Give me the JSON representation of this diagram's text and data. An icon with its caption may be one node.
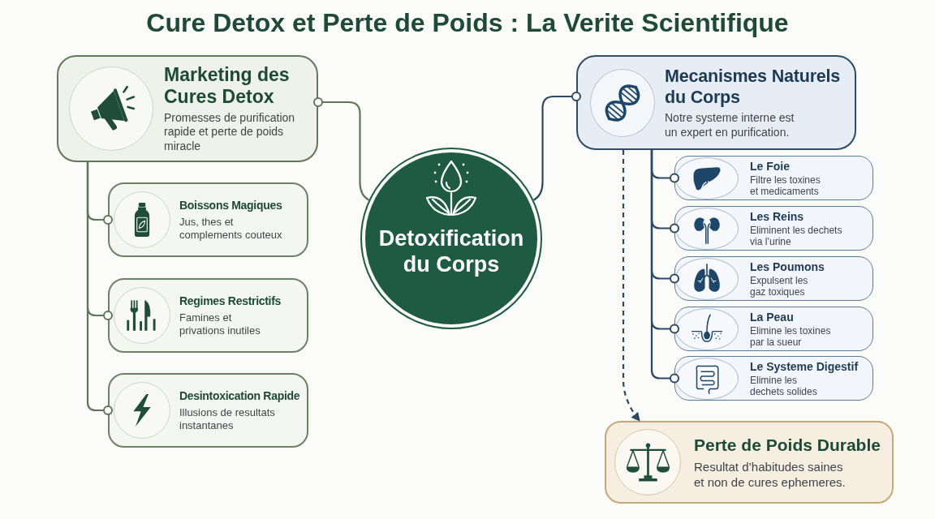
{
  "diagram": {
    "title": "Cure Detox et Perte de Poids : La Verite Scientifique",
    "nodes": [
      {
        "text": [
          "Marketing des Cures Detox",
          "Promesses de purification rapide et perte de poids miracle"
        ]
      },
      {
        "text": [
          "Boissons Magiques",
          "Jus, thes et complements couteux"
        ]
      },
      {
        "text": [
          "Regimes Restrictifs",
          "Famines et privations inutiles"
        ]
      },
      {
        "text": [
          "Desintoxication Rapide",
          "Illusions de resultats instantanes"
        ]
      },
      {
        "text": [
          "Detoxification du Corps"
        ]
      },
      {
        "text": [
          "Mecanismes Naturels du Corps",
          "Notre systeme interne est un expert en purification."
        ]
      },
      {
        "text": [
          "Le Foie",
          "Filtre les toxines et medicaments"
        ]
      },
      {
        "text": [
          "Les Reins",
          "Eliminent les dechets via l’urine"
        ]
      },
      {
        "text": [
          "Les Poumons",
          "Expulsent les gaz toxiques"
        ]
      },
      {
        "text": [
          "La Peau",
          "Elimine les toxines par la sueur"
        ]
      },
      {
        "text": [
          "Le Systeme Digestif",
          "Elimine les dechets solides"
        ]
      },
      {
        "text": [
          "Perte de Poids Durable",
          "Resultat d’habitudes saines et non de cures ephemeres."
        ]
      }
    ],
    "edges": [
      {
        "from": 4,
        "to": 0,
        "arrow": "other",
        "color": "#5f7656"
      },
      {
        "from": 0,
        "to": 1,
        "arrow": "other",
        "color": "#5f7656"
      },
      {
        "from": 0,
        "to": 2,
        "arrow": "other",
        "color": "#5f7656"
      },
      {
        "from": 0,
        "to": 3,
        "arrow": "other",
        "color": "#5f7656"
      },
      {
        "from": 4,
        "to": 5,
        "arrow": "other"
      },
      {
        "from": 5,
        "to": 6,
        "arrow": "other"
      },
      {
        "from": 5,
        "to": 7,
        "arrow": "other"
      },
      {
        "from": 5,
        "to": 8,
        "arrow": "other"
      },
      {
        "from": 5,
        "to": 9,
        "arrow": "other"
      },
      {
        "from": 5,
        "to": 10,
        "arrow": "other"
      },
      {
        "from": 5,
        "to": 11,
        "arrow": "to",
        "style": "dashed"
      }
    ]
  }
}
